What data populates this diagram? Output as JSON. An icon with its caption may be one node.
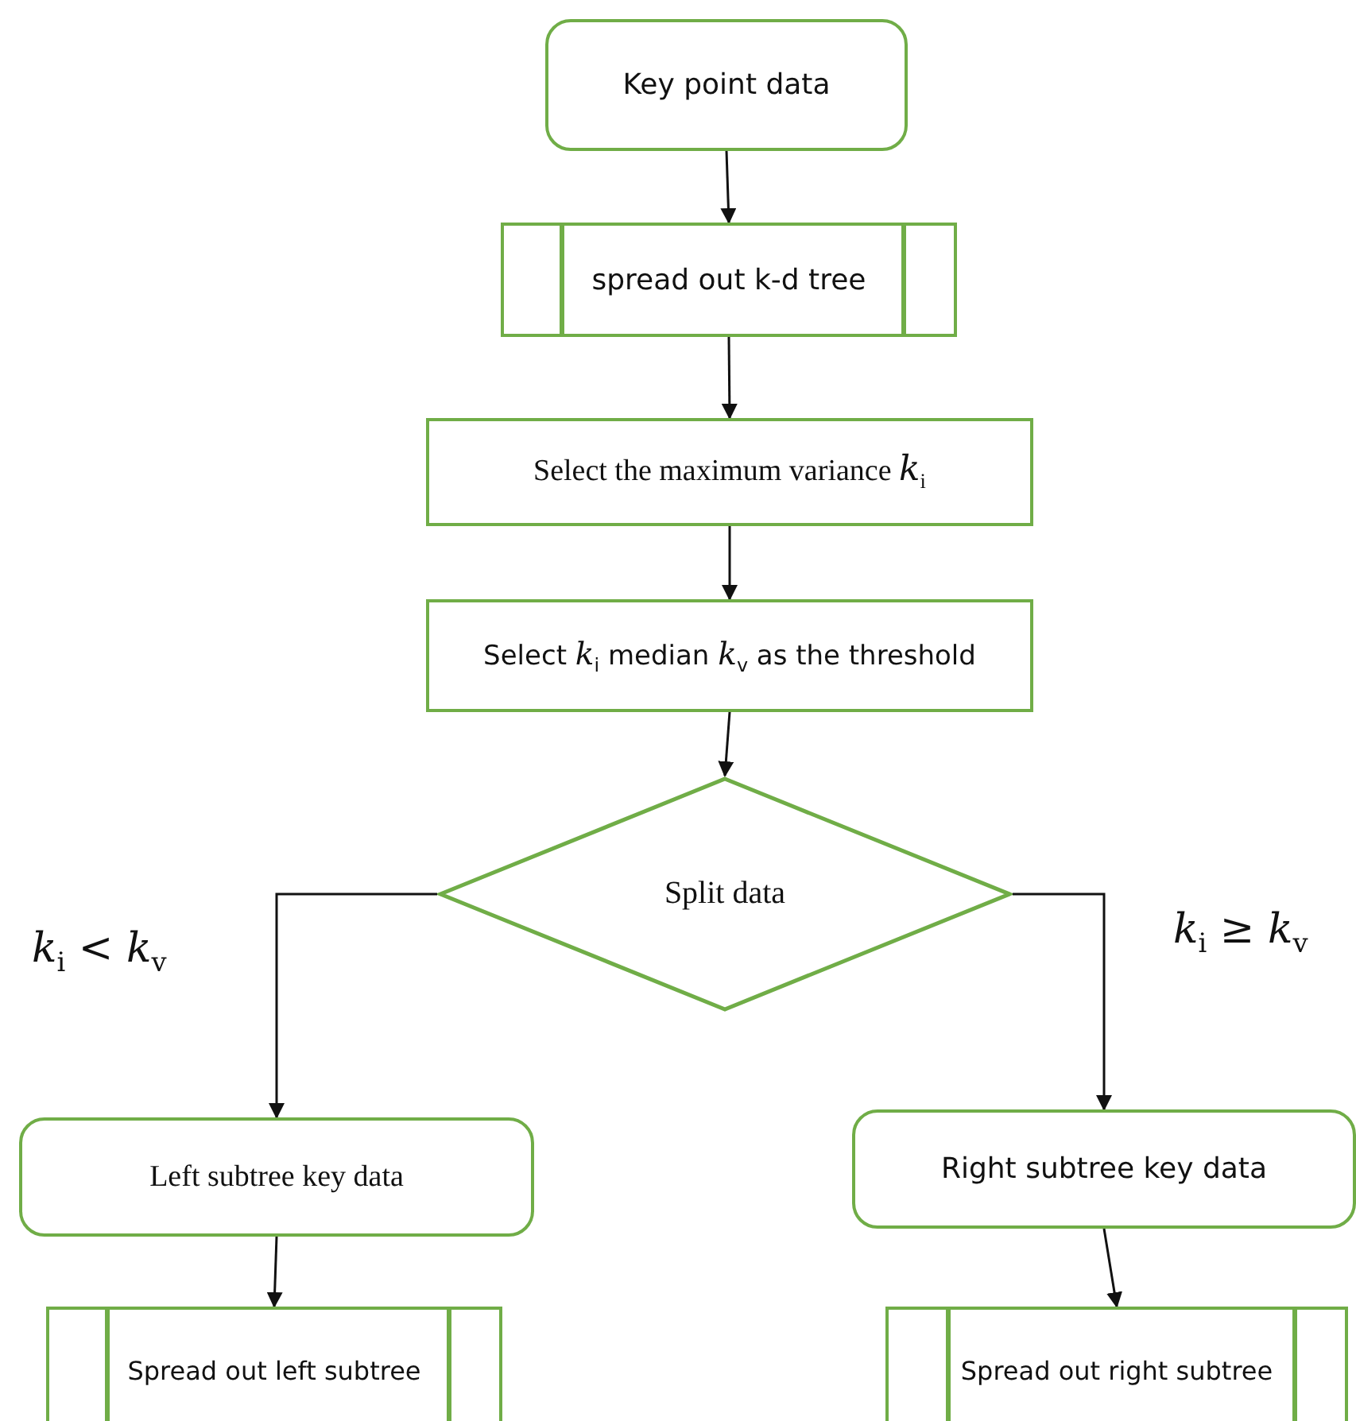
{
  "diagram": {
    "nodes": [
      {
        "text": [
          "Key point data"
        ]
      },
      {
        "text": [
          "spread out k-d tree"
        ]
      },
      {
        "text": [
          "Select the maximum variance *k*$_{i}$"
        ]
      },
      {
        "text": [
          "Select *k*$_{i}$ median *k*$_{v}$ as the threshold"
        ]
      },
      {
        "text": [
          "Split data"
        ]
      },
      {
        "text": [
          "Left subtree key data"
        ]
      },
      {
        "text": [
          "Right subtree key data"
        ]
      },
      {
        "text": [
          "Spread out left subtree"
        ]
      },
      {
        "text": [
          "Spread out right subtree"
        ]
      }
    ],
    "edges": [
      {
        "from": 0,
        "to": 1,
        "arrow": "to"
      },
      {
        "from": 1,
        "to": 2,
        "arrow": "to"
      },
      {
        "from": 2,
        "to": 3,
        "arrow": "to"
      },
      {
        "from": 3,
        "to": 4,
        "arrow": "to"
      },
      {
        "from": 4,
        "to": 5,
        "arrow": "to",
        "label": "*k*$_{i}$ < *k*$_{v}$"
      },
      {
        "from": 4,
        "to": 6,
        "arrow": "to",
        "label": "*k*$_{i}$ ≥ *k*$_{v}$"
      },
      {
        "from": 5,
        "to": 7,
        "arrow": "to"
      },
      {
        "from": 6,
        "to": 8,
        "arrow": "to"
      }
    ]
  }
}
